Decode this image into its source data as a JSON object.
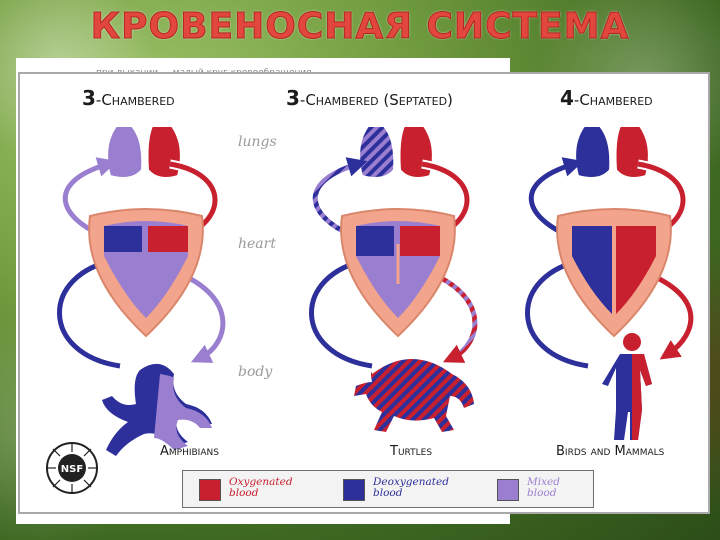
{
  "slide": {
    "title": "КРОВЕНОСНАЯ СИСТЕМА",
    "background_text": "при дыхании … малый круг кровообращения"
  },
  "colors": {
    "oxygenated": "#c8202e",
    "deoxygenated": "#2d2f9a",
    "mixed": "#9a7fd0",
    "heart_outer": "#f2a58c",
    "title": "#e1473c"
  },
  "columns": [
    {
      "header_num": "3",
      "header_text": "-Chambered",
      "animal": "Amphibians",
      "type": "mixed"
    },
    {
      "header_num": "3",
      "header_text": "-Chambered (Septated)",
      "animal": "Turtles",
      "type": "septated"
    },
    {
      "header_num": "4",
      "header_text": "-Chambered",
      "animal": "Birds and Mammals",
      "type": "four"
    }
  ],
  "rows": {
    "lungs": "lungs",
    "heart": "heart",
    "body": "body"
  },
  "logo": {
    "text": "NSF"
  },
  "legend": [
    {
      "label": "Oxygenated\nblood",
      "color": "#c8202e",
      "text_color": "#c8202e"
    },
    {
      "label": "Deoxygenated\nblood",
      "color": "#2d2f9a",
      "text_color": "#2d2f9a"
    },
    {
      "label": "Mixed\nblood",
      "color": "#9a7fd0",
      "text_color": "#9a7fd0"
    }
  ]
}
